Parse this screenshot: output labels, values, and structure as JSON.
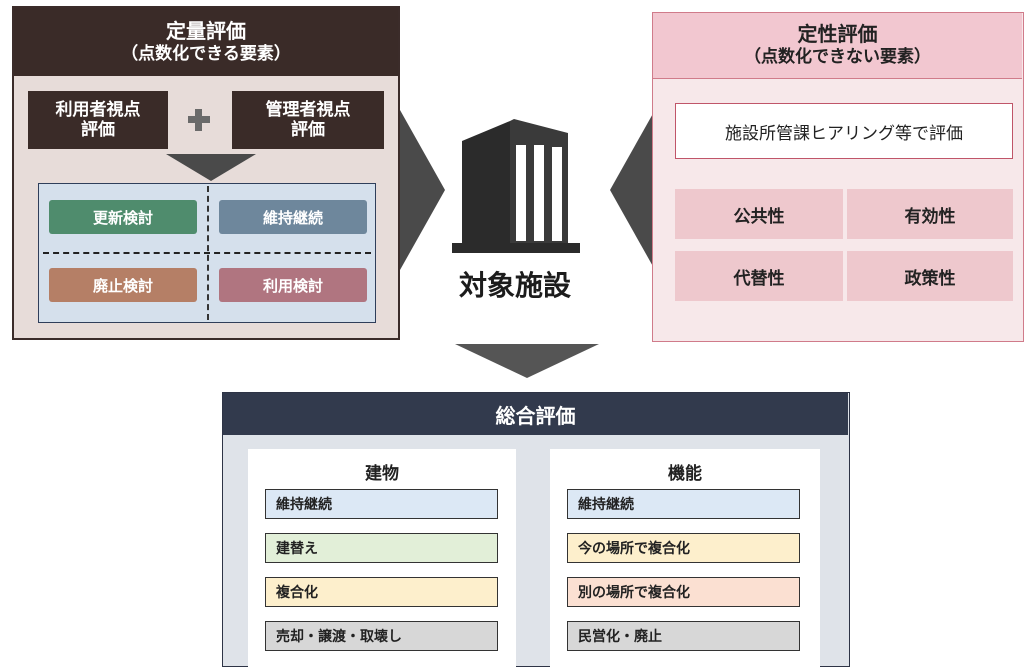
{
  "quantitative": {
    "title": "定量評価",
    "subtitle": "（点数化できる要素）",
    "user_viewpoint": [
      "利用者視点",
      "評価"
    ],
    "admin_viewpoint": [
      "管理者視点",
      "評価"
    ],
    "quadrants": [
      "更新検討",
      "維持継続",
      "廃止検討",
      "利用検討"
    ]
  },
  "facility": {
    "label": "対象施設"
  },
  "qualitative": {
    "title": "定性評価",
    "subtitle": "（点数化できない要素）",
    "hearing": "施設所管課ヒアリング等で評価",
    "criteria": [
      "公共性",
      "有効性",
      "代替性",
      "政策性"
    ]
  },
  "overall": {
    "title": "総合評価",
    "building": {
      "title": "建物",
      "items": [
        "維持継続",
        "建替え",
        "複合化",
        "売却・譲渡・取壊し"
      ]
    },
    "function": {
      "title": "機能",
      "items": [
        "維持継続",
        "今の場所で複合化",
        "別の場所で複合化",
        "民営化・廃止"
      ]
    }
  },
  "colors": {
    "quant_header": "#3a2b28",
    "quant_panel": "#e7dcd9",
    "qual_header": "#f2c7d0",
    "qual_border": "#d07b8a",
    "overall_header": "#323a4d",
    "overall_panel": "#dfe3e9"
  }
}
